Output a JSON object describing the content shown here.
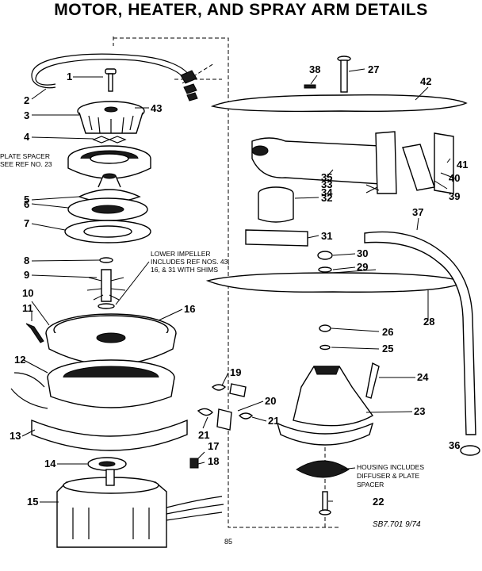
{
  "title": "MOTOR, HEATER, AND SPRAY ARM DETAILS",
  "notes": {
    "plate_spacer": [
      "PLATE SPACER",
      "SEE REF NO. 23"
    ],
    "lower_impeller": [
      "LOWER IMPELLER",
      "INCLUDES REF NOS. 43,",
      "16, & 31 WITH SHIMS"
    ],
    "housing": [
      "HOUSING INCLUDES",
      "DIFFUSER & PLATE",
      "SPACER"
    ]
  },
  "part_numbers": [
    "1",
    "2",
    "3",
    "43",
    "4",
    "5",
    "6",
    "7",
    "8",
    "9",
    "10",
    "11",
    "16",
    "12",
    "13",
    "14",
    "15",
    "17",
    "18",
    "19",
    "20",
    "21",
    "21",
    "22",
    "23",
    "24",
    "25",
    "26",
    "27",
    "28",
    "29",
    "30",
    "31",
    "32",
    "33",
    "34",
    "35",
    "36",
    "37",
    "38",
    "39",
    "40",
    "41",
    "42"
  ],
  "page_label": "85",
  "code": "SB7.701 9/74"
}
